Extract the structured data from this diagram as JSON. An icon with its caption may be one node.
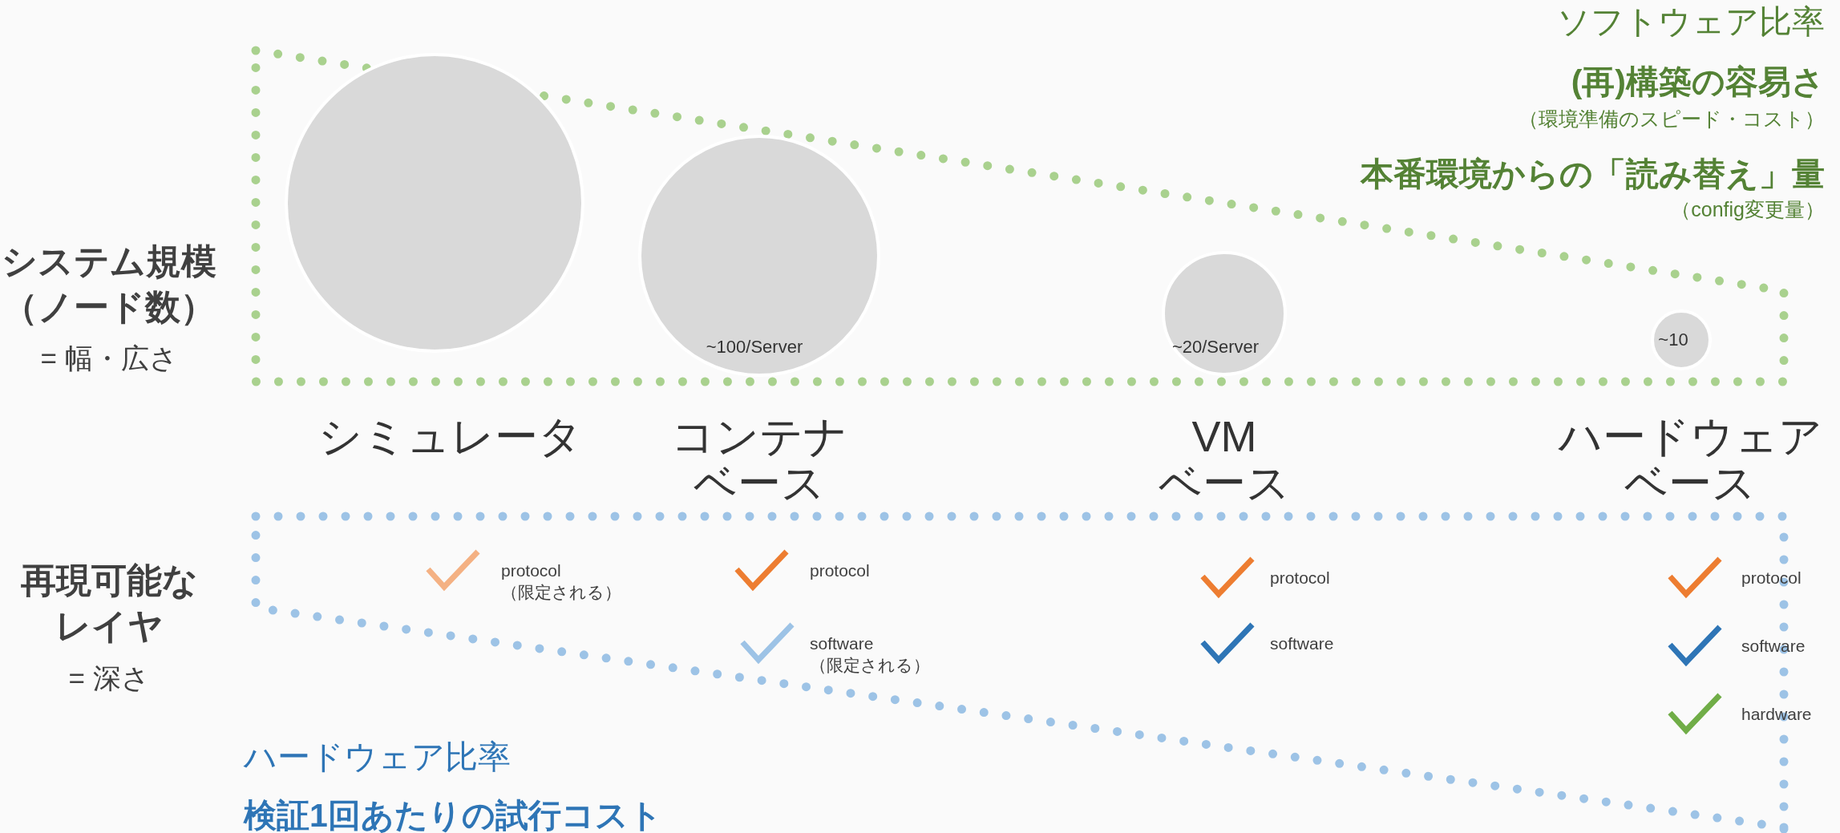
{
  "diagram": {
    "nodes": [
      {
        "text": [],
        "shape": "circle",
        "beside": [
          "シミュレータ"
        ]
      },
      {
        "text": [
          "~100/Server"
        ],
        "beside": [
          "コンテナベース"
        ]
      },
      {
        "text": [
          "~20/Server"
        ],
        "beside": [
          "VMベース"
        ]
      },
      {
        "text": [
          "~10"
        ],
        "beside": [
          "ハードウェアベース"
        ]
      }
    ],
    "labels": [
      "ソフトウェア比率",
      "(再)構築の容易さ",
      "（環境準備のスピード・コスト）",
      "本番環境からの「読み替え」量",
      "（config変更量）",
      "システム規模（ノード数）",
      "= 幅・広さ",
      "再現可能なレイヤ",
      "= 深さ",
      "protocol（限定される）",
      "protocol",
      "protocol",
      "protocol",
      "software（限定される）",
      "software",
      "software",
      "hardware",
      "ハードウェア比率",
      "検証1回あたりの試行コスト"
    ]
  }
}
